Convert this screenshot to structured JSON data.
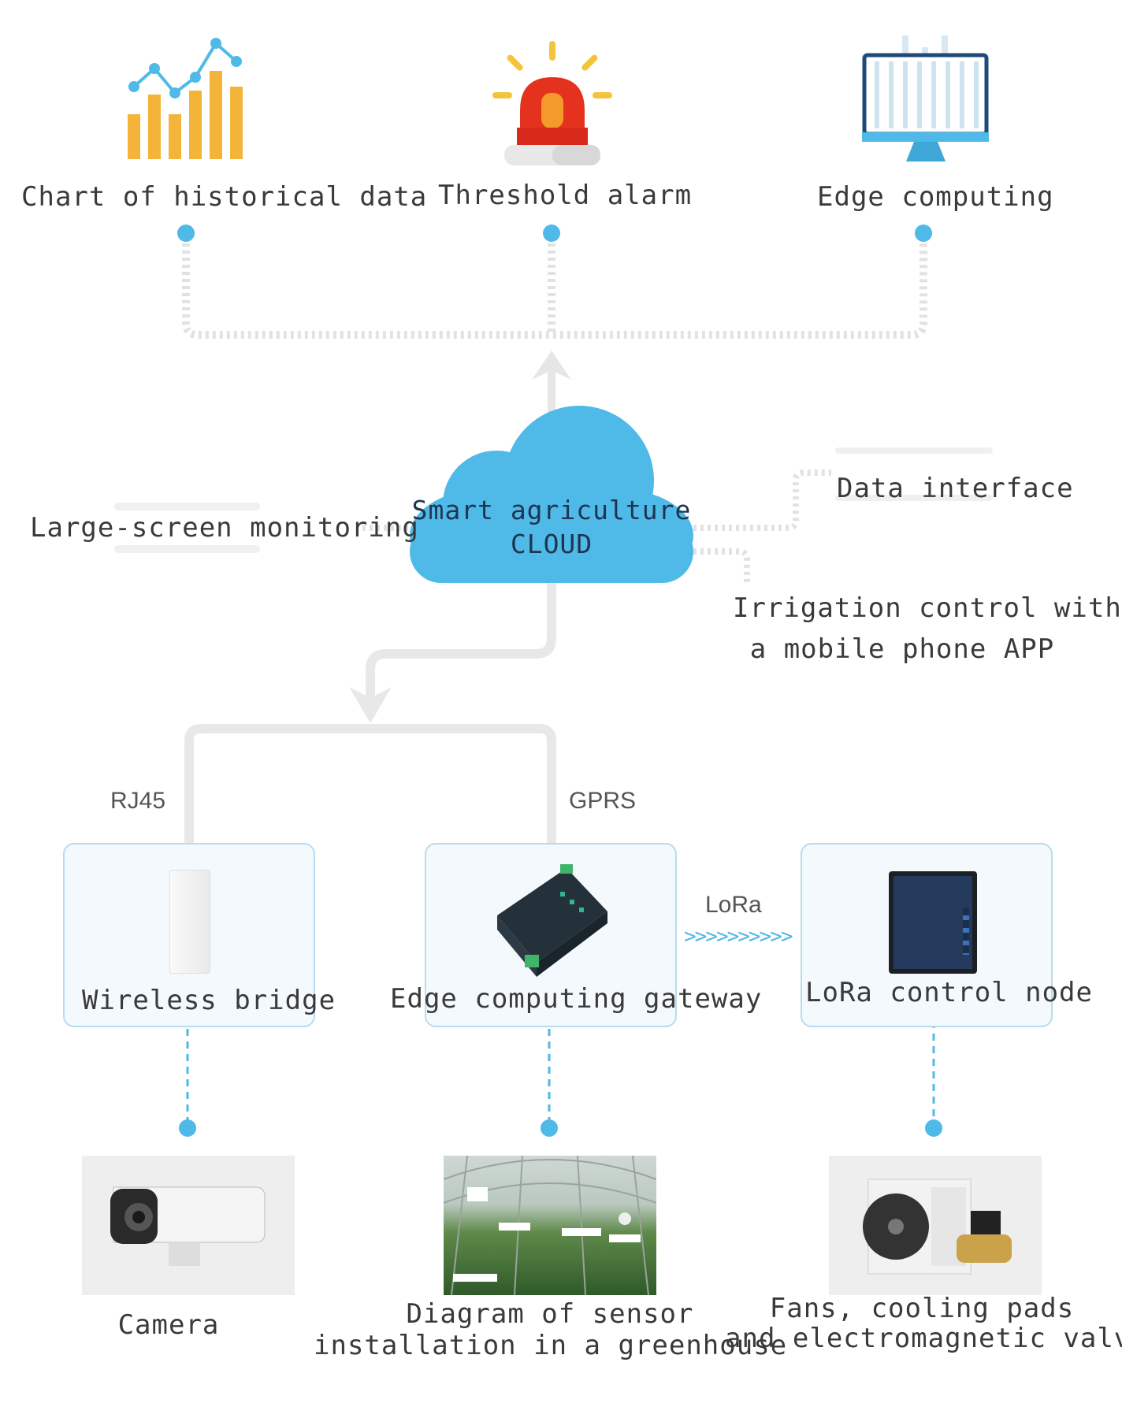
{
  "top": {
    "history": "Chart of historical data",
    "alarm": "Threshold alarm",
    "edge": "Edge computing"
  },
  "cloud": {
    "line1": "Smart agriculture",
    "line2": "CLOUD"
  },
  "side": {
    "large_screen": "Large-screen monitoring",
    "data_interface": "Data interface",
    "irrigation_line1": "Irrigation control with",
    "irrigation_line2": "a mobile phone APP"
  },
  "links": {
    "rj45": "RJ45",
    "gprs": "GPRS",
    "lora": "LoRa"
  },
  "devices": {
    "bridge": "Wireless bridge",
    "gateway": "Edge computing gateway",
    "lora_node": "LoRa control node"
  },
  "bottom": {
    "camera": "Camera",
    "sensor_line1": "Diagram of sensor",
    "sensor_line2": "installation in a greenhouse",
    "fans_line1": "Fans, cooling pads",
    "fans_line2": "and electromagnetic valves"
  },
  "colors": {
    "accent": "#4fb9e8",
    "cloud": "#4fb9e8",
    "connector": "#e6e6e6",
    "bar": "#f4b43a"
  }
}
